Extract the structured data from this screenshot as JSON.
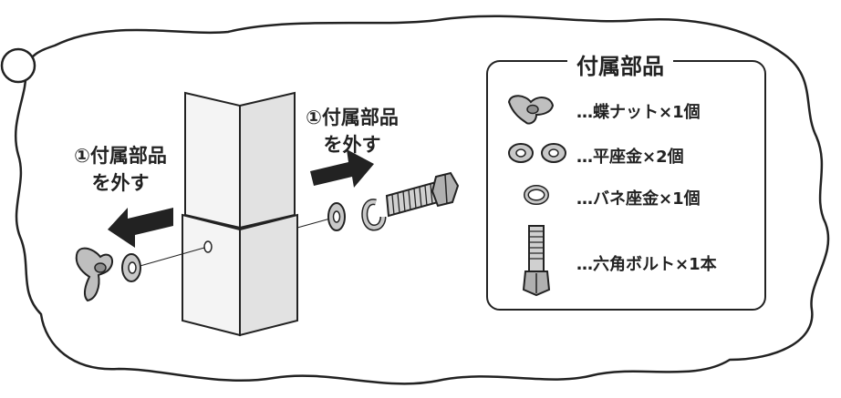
{
  "left_instruction": {
    "line1": "①付属部品",
    "line2": "を外す"
  },
  "right_instruction": {
    "line1": "①付属部品",
    "line2": "を外す"
  },
  "legend": {
    "title": "付属部品",
    "items": [
      {
        "text": "…蝶ナット×1個",
        "icon": "wing-nut-icon"
      },
      {
        "text": "…平座金×2個",
        "icon": "flat-washer-icon"
      },
      {
        "text": "…バネ座金×1個",
        "icon": "spring-washer-icon"
      },
      {
        "text": "…六角ボルト×1本",
        "icon": "hex-bolt-icon"
      }
    ]
  },
  "colors": {
    "ink": "#222222",
    "metal": "#c8c8c8",
    "metal_dark": "#9a9a9a",
    "post": "#f4f4f4"
  }
}
